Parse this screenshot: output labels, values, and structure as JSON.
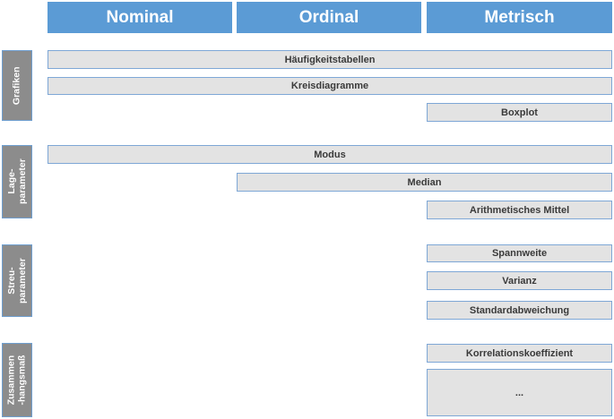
{
  "columns": [
    "Nominal",
    "Ordinal",
    "Metrisch"
  ],
  "sections": [
    {
      "label": "Grafiken",
      "rows": [
        {
          "text": "Häufigkeitstabellen",
          "scales": [
            "Nominal",
            "Ordinal",
            "Metrisch"
          ]
        },
        {
          "text": "Kreisdiagramme",
          "scales": [
            "Nominal",
            "Ordinal",
            "Metrisch"
          ]
        },
        {
          "text": "Boxplot",
          "scales": [
            "Metrisch"
          ]
        }
      ]
    },
    {
      "label": "Lage-\nparameter",
      "rows": [
        {
          "text": "Modus",
          "scales": [
            "Nominal",
            "Ordinal",
            "Metrisch"
          ]
        },
        {
          "text": "Median",
          "scales": [
            "Ordinal",
            "Metrisch"
          ]
        },
        {
          "text": "Arithmetisches Mittel",
          "scales": [
            "Metrisch"
          ]
        }
      ]
    },
    {
      "label": "Streu-\nparameter",
      "rows": [
        {
          "text": "Spannweite",
          "scales": [
            "Metrisch"
          ]
        },
        {
          "text": "Varianz",
          "scales": [
            "Metrisch"
          ]
        },
        {
          "text": "Standardabweichung",
          "scales": [
            "Metrisch"
          ]
        }
      ]
    },
    {
      "label": "Zusammen\n-hangsmaß",
      "rows": [
        {
          "text": "Korrelationskoeffizient",
          "scales": [
            "Metrisch"
          ]
        },
        {
          "text": "...",
          "scales": [
            "Metrisch"
          ]
        }
      ]
    }
  ],
  "colors": {
    "header": "#5b9bd5",
    "side_label": "#8c8c8c",
    "bar_fill": "#e3e3e3",
    "bar_border": "#7ea7d6"
  }
}
